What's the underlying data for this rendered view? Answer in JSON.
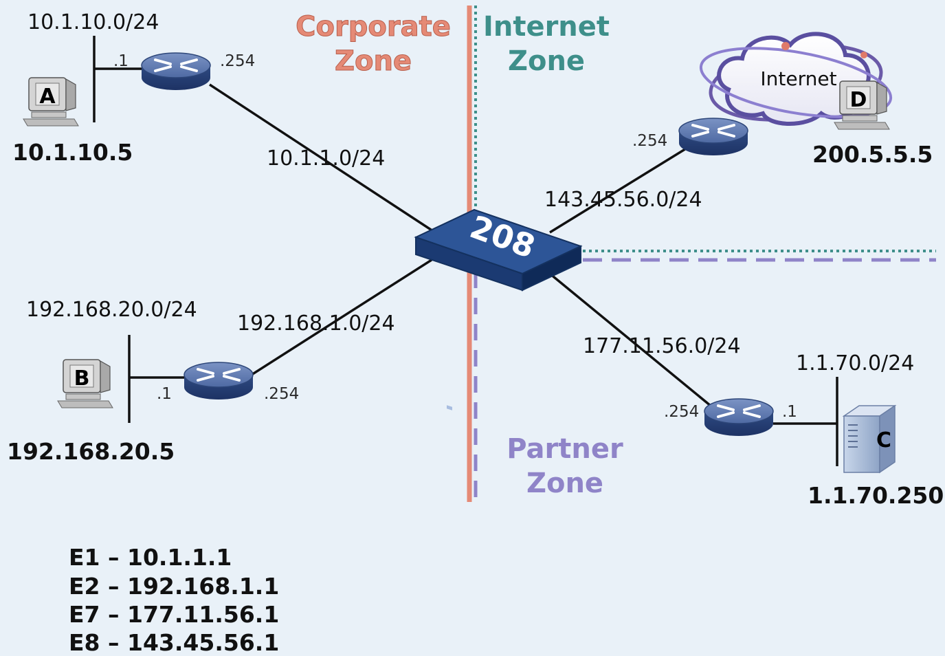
{
  "zones": {
    "corporate": [
      "Corporate",
      "Zone"
    ],
    "internet": [
      "Internet",
      "Zone"
    ],
    "partner": [
      "Partner",
      "Zone"
    ]
  },
  "firewall": {
    "label": "208"
  },
  "cloud": {
    "label": "Internet"
  },
  "hosts": {
    "a": {
      "letter": "A",
      "ip": "10.1.10.5"
    },
    "b": {
      "letter": "B",
      "ip": "192.168.20.5"
    },
    "c": {
      "letter": "C",
      "ip": "1.1.70.250"
    },
    "d": {
      "letter": "D",
      "ip": "200.5.5.5"
    }
  },
  "networks": {
    "lan_a": "10.1.10.0/24",
    "lan_b": "192.168.20.0/24",
    "lan_c": "1.1.70.0/24",
    "link_corp_a": "10.1.1.0/24",
    "link_corp_b": "192.168.1.0/24",
    "link_internet": "143.45.56.0/24",
    "link_partner": "177.11.56.0/24"
  },
  "addresses": {
    "ra_lan": ".1",
    "ra_wan": ".254",
    "rb_lan": ".1",
    "rb_wan": ".254",
    "rc_wan": ".254",
    "rc_lan": ".1",
    "rd_wan": ".254"
  },
  "interfaces": [
    "E1 – 10.1.1.1",
    "E2 – 192.168.1.1",
    "E7 – 177.11.56.1",
    "E8 – 143.45.56.1"
  ],
  "colors": {
    "background": "#e9f1f8",
    "corporate": "#e58a76",
    "internet": "#3e8f8a",
    "partner": "#8f84c8",
    "router": "#3b5a8e",
    "firewall": "#1e3f7a"
  }
}
